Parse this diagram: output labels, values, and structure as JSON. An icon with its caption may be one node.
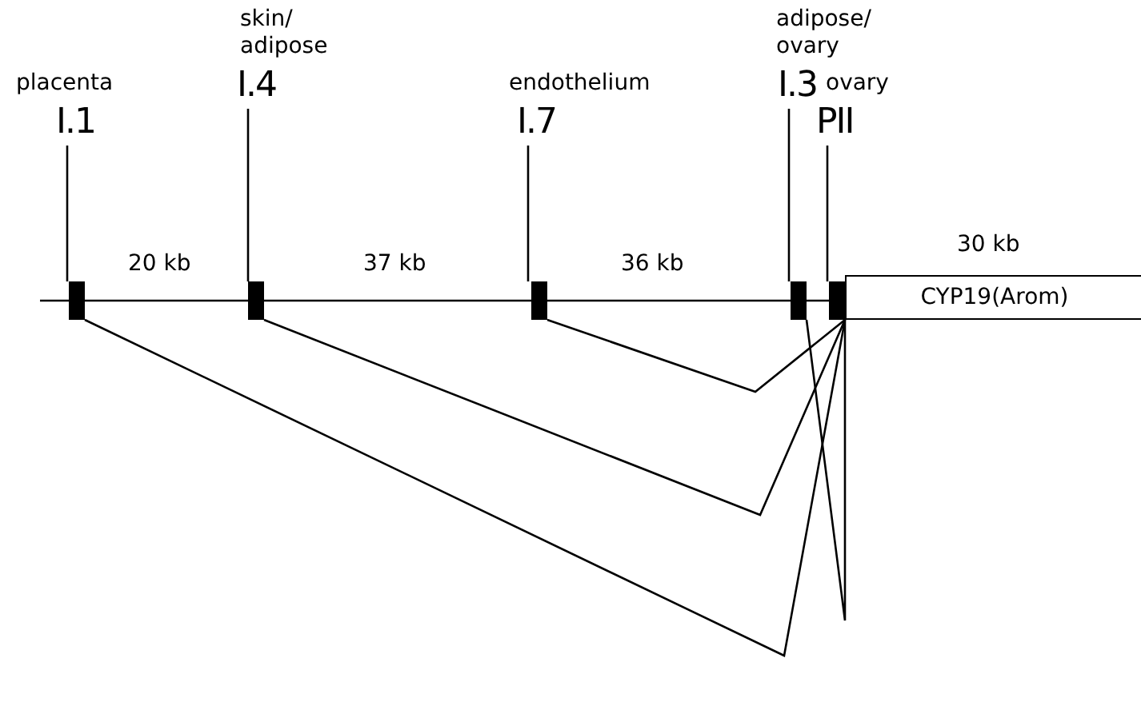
{
  "diagram": {
    "nodes": [
      {
        "text": [
          "I.1"
        ],
        "beside": [
          "placenta"
        ]
      },
      {
        "text": [
          "I.4"
        ],
        "beside": [
          "skin/ adipose"
        ]
      },
      {
        "text": [
          "I.7"
        ],
        "beside": [
          "endothelium"
        ]
      },
      {
        "text": [
          "I.3"
        ],
        "beside": [
          "adipose/ ovary"
        ]
      },
      {
        "text": [
          "PII"
        ],
        "beside": [
          "ovary"
        ]
      },
      {
        "text": [],
        "shape": "box"
      },
      {
        "text": [],
        "shape": "box"
      },
      {
        "text": [],
        "shape": "box"
      },
      {
        "text": [],
        "shape": "box"
      },
      {
        "text": [],
        "shape": "box"
      },
      {
        "text": [
          "CYP19(Arom)"
        ]
      }
    ],
    "edges": [
      {
        "from": 0,
        "to": 5,
        "arrow": "none"
      },
      {
        "from": 1,
        "to": 6,
        "arrow": "none"
      },
      {
        "from": 2,
        "to": 7,
        "arrow": "none"
      },
      {
        "from": 3,
        "to": 8,
        "arrow": "none"
      },
      {
        "from": 4,
        "to": 9,
        "arrow": "none"
      },
      {
        "from": 5,
        "to": 10,
        "arrow": "none"
      },
      {
        "from": 6,
        "to": 10,
        "arrow": "none"
      },
      {
        "from": 7,
        "to": 10,
        "arrow": "none"
      },
      {
        "from": 8,
        "to": 10,
        "arrow": "none"
      }
    ],
    "labels": [
      "20 kb",
      "37 kb",
      "36 kb",
      "30 kb"
    ]
  }
}
